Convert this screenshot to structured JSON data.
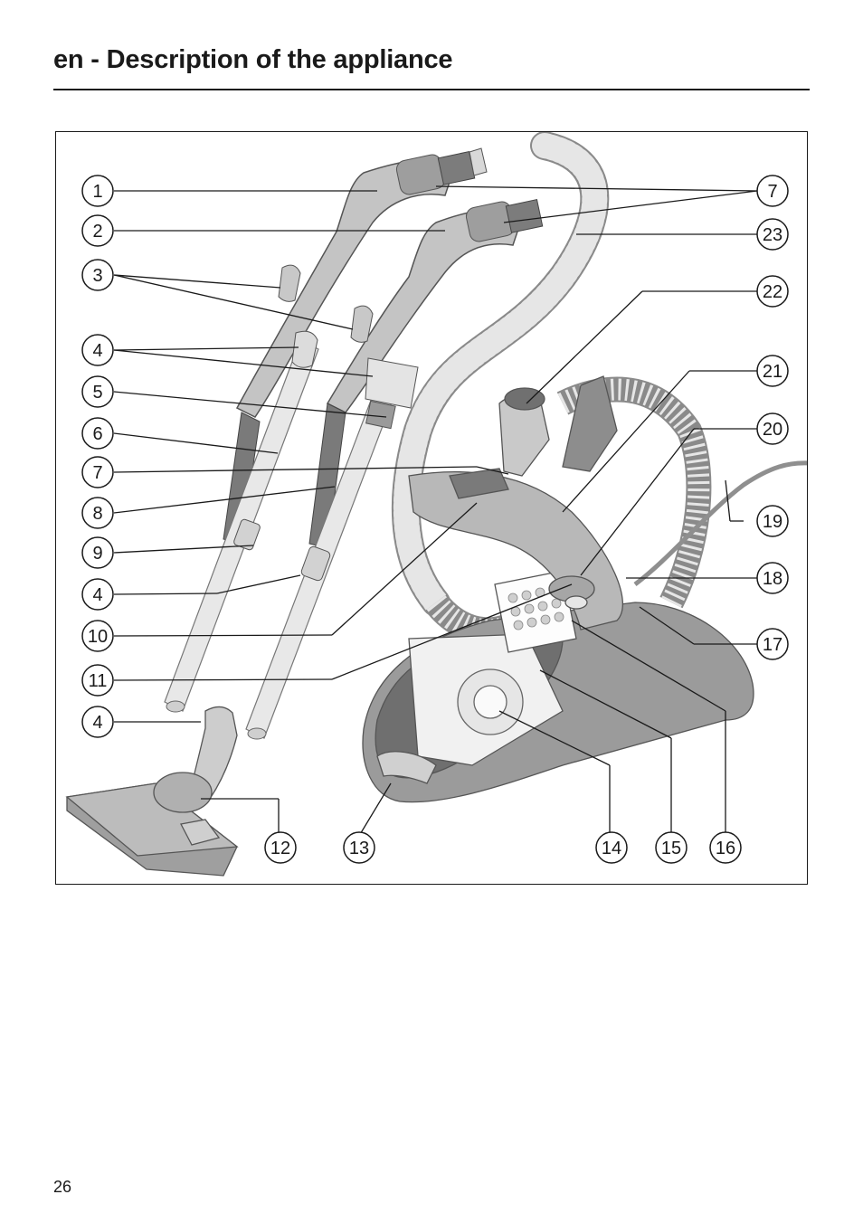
{
  "header": {
    "title": "en - Description of the appliance"
  },
  "figure": {
    "callouts": [
      {
        "label": "1"
      },
      {
        "label": "2"
      },
      {
        "label": "3"
      },
      {
        "label": "4"
      },
      {
        "label": "5"
      },
      {
        "label": "6"
      },
      {
        "label": "7"
      },
      {
        "label": "8"
      },
      {
        "label": "9"
      },
      {
        "label": "4"
      },
      {
        "label": "10"
      },
      {
        "label": "11"
      },
      {
        "label": "4"
      },
      {
        "label": "7"
      },
      {
        "label": "23"
      },
      {
        "label": "22"
      },
      {
        "label": "21"
      },
      {
        "label": "20"
      },
      {
        "label": "19"
      },
      {
        "label": "18"
      },
      {
        "label": "17"
      },
      {
        "label": "12"
      },
      {
        "label": "13"
      },
      {
        "label": "14"
      },
      {
        "label": "15"
      },
      {
        "label": "16"
      }
    ]
  },
  "footer": {
    "page_number": "26"
  }
}
